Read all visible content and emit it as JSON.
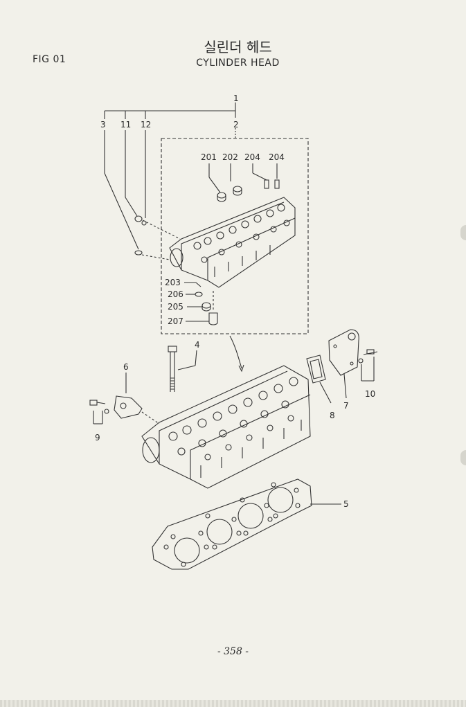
{
  "header": {
    "fig_label": "FIG 01",
    "title_korean": "실린더 헤드",
    "title_english": "CYLINDER HEAD"
  },
  "callouts": {
    "c1": "1",
    "c2": "2",
    "c3": "3",
    "c4": "4",
    "c5": "5",
    "c6": "6",
    "c7": "7",
    "c8": "8",
    "c9": "9",
    "c10": "10",
    "c11": "11",
    "c12": "12",
    "c201": "201",
    "c202": "202",
    "c203": "203",
    "c204a": "204",
    "c204b": "204",
    "c205": "205",
    "c206": "206",
    "c207": "207"
  },
  "footer": {
    "page_number": "- 358 -"
  }
}
